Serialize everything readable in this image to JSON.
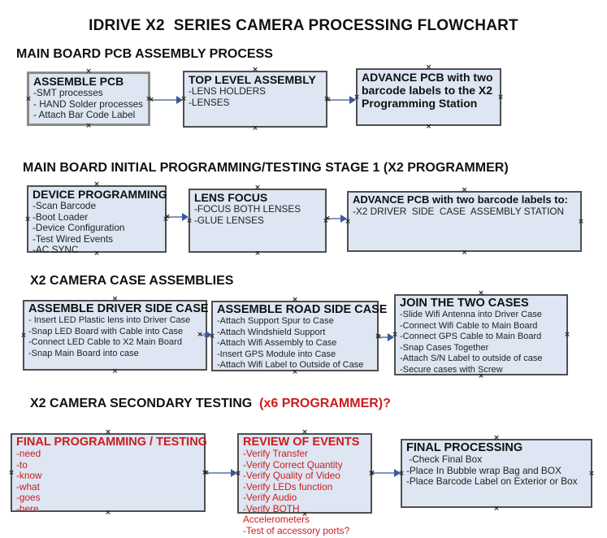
{
  "title": "IDRIVE X2  SERIES CAMERA PROCESSING FLOWCHART",
  "colors": {
    "box_fill": "#dde6f2",
    "box_border": "#4f4f4f",
    "red_text": "#cc1c1c",
    "arrow_line": "#8296b8",
    "arrow_head": "#3a5a96"
  },
  "sections": [
    {
      "heading": "MAIN BOARD PCB ASSEMBLY PROCESS",
      "boxes": [
        {
          "title": "ASSEMBLE PCB",
          "lines": [
            "-SMT processes",
            "- HAND Solder processes",
            "- Attach Bar Code Label"
          ]
        },
        {
          "title": "TOP LEVEL ASSEMBLY",
          "lines": [
            "-LENS HOLDERS",
            "-LENSES"
          ]
        },
        {
          "title": "ADVANCE PCB with two barcode labels to the X2 Programming Station",
          "lines": []
        }
      ]
    },
    {
      "heading": "MAIN BOARD INITIAL PROGRAMMING/TESTING STAGE 1 (X2 PROGRAMMER)",
      "boxes": [
        {
          "title": "DEVICE PROGRAMMING",
          "lines": [
            "-Scan Barcode",
            "-Boot Loader",
            "-Device Configuration",
            "-Test Wired Events",
            "-AC SYNC"
          ]
        },
        {
          "title": "LENS FOCUS",
          "lines": [
            "-FOCUS BOTH LENSES",
            "-GLUE LENSES"
          ]
        },
        {
          "title": "ADVANCE PCB with two barcode labels to:",
          "lines": [
            "-X2 DRIVER  SIDE  CASE  ASSEMBLY STATION"
          ]
        }
      ]
    },
    {
      "heading": "X2 CAMERA CASE ASSEMBLIES",
      "boxes": [
        {
          "title": "ASSEMBLE DRIVER SIDE CASE",
          "lines": [
            "- Insert LED Plastic lens into Driver Case",
            "-Snap LED Board with Cable into Case",
            "-Connect LED Cable to X2 Main Board",
            "-Snap Main Board into case"
          ]
        },
        {
          "title": "ASSEMBLE ROAD SIDE CASE",
          "lines": [
            "-Attach Support Spur to Case",
            "-Attach Windshield Support",
            "-Attach Wifi Assembly to Case",
            "-Insert GPS Module into Case",
            "-Attach Wifi Label to Outside of Case"
          ]
        },
        {
          "title": "JOIN THE TWO CASES",
          "lines": [
            "-Slide Wifi Antenna into Driver Case",
            "-Connect Wifi Cable to Main Board",
            "-Connect GPS Cable to Main Board",
            "-Snap Cases Together",
            "-Attach S/N Label to outside of case",
            "-Secure cases with Screw"
          ]
        }
      ]
    },
    {
      "heading": "X2 CAMERA SECONDARY TESTING ",
      "heading_red": " (x6 PROGRAMMER)?",
      "boxes": [
        {
          "title": "FINAL PROGRAMMING / TESTING",
          "lines": [
            "-need",
            "-to",
            "-know",
            "-what",
            "-goes",
            "-here"
          ]
        },
        {
          "title": "REVIEW OF EVENTS",
          "lines": [
            "-Verify Transfer",
            "-Verify Correct Quantity",
            "-Verify Quality of Video",
            "-Verify LEDs function",
            "-Verify Audio",
            "-Verify BOTH Accelerometers",
            "-Test of accessory ports?"
          ]
        },
        {
          "title": "FINAL PROCESSING",
          "lines": [
            " -Check Final Box",
            "-Place In Bubble wrap Bag and BOX",
            "-Place Barcode Label on Exterior or Box"
          ]
        }
      ]
    }
  ]
}
